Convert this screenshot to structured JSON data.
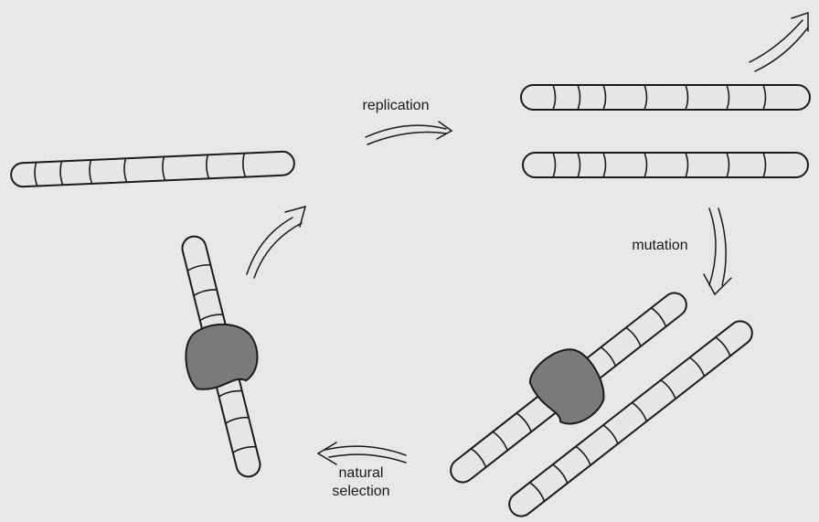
{
  "labels": {
    "replication": "replication",
    "mutation": "mutation",
    "natural": "natural",
    "selection": "selection"
  },
  "colors": {
    "background": "#e8e8e6",
    "segment_fill": "#e6e6e6",
    "outline": "#1a1a1a",
    "blob_fill": "#7a7a7a"
  }
}
